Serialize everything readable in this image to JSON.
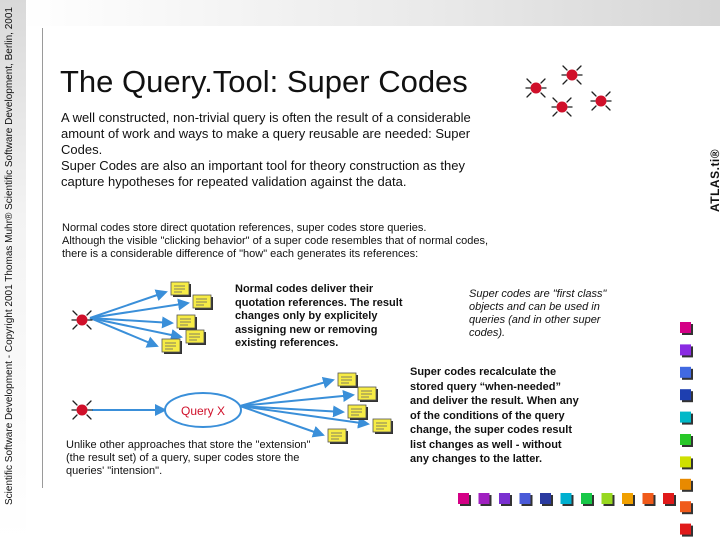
{
  "side_copyright": "Scientific Software Development - Copyright 2001 Thomas Muhr® Scientific Software Development, Berlin, 2001",
  "atlas_logo": "ATLAS.ti®",
  "title": "The Query.Tool: Super Codes",
  "intro": {
    "para1": "A well constructed, non-trivial query is often the result of a considerable amount of work and ways to make a query reusable are needed: Super Codes.",
    "para2": "Super Codes are also an important tool for theory construction as they capture hypotheses for repeated validation against the data."
  },
  "small_text": {
    "line1": "Normal codes store direct quotation references, super codes store queries.",
    "line2": "Although the visible \"clicking behavior\" of a super code resembles that of normal codes, there is a considerable difference of \"how\" each generates its references:"
  },
  "normal_codes_description": "Normal codes deliver their quotation references. The result changes only by explicitely assigning new or removing existing references.",
  "super_codes_description": "Super codes are \"first class\" objects and can be used in queries (and in other super codes).",
  "super_codes_recalc": "Super codes recalculate the stored query “when-needed” and deliver the result. When any of the conditions of the query change, the super codes result list changes as well - without any changes to the latter.",
  "query_label": "Query X",
  "unlike_text": "Unlike other approaches that store the \"extension\" (the result set) of a query, super codes store the queries' \"intension\".",
  "colors": {
    "code_icon_red": "#d0102a",
    "arrow_blue": "#3a8fd9",
    "document_yellow": "#f7ec45",
    "square_colors_right": [
      "#d40086",
      "#8a2be2",
      "#4169e1",
      "#1e3fb0",
      "#00b8c8",
      "#28c828",
      "#cfe000",
      "#e88a00",
      "#f05a1a",
      "#e01a1a"
    ],
    "square_colors_bottom": [
      "#d40086",
      "#a020c0",
      "#7a30d0",
      "#4a5ad8",
      "#2a3aa0",
      "#00b0d0",
      "#18c848",
      "#98d820",
      "#f0a000",
      "#f05a1a",
      "#e01a1a"
    ]
  }
}
